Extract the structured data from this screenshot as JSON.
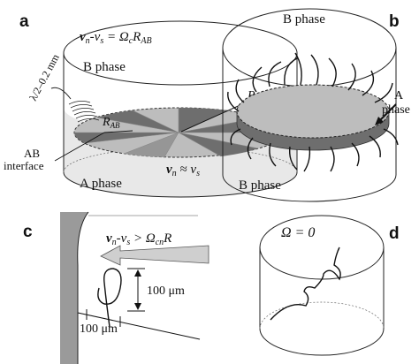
{
  "panels": {
    "a": {
      "letter": "a",
      "equation_top_main": "v",
      "equation_top_sub1": "n",
      "equation_top_mid": "-v",
      "equation_top_sub2": "s",
      "equation_top_eq": " = Ω",
      "equation_top_sub3": "c",
      "equation_top_R": "R",
      "equation_top_sub4": "AB",
      "b_phase_label": "B phase",
      "a_phase_label": "A phase",
      "lambda_label": "λ/2–0.2 mm",
      "r_ab_main": "R",
      "r_ab_sub": "AB",
      "r_label": "R",
      "interface_line1": "AB",
      "interface_line2": "interface",
      "equation_bottom_main": "v",
      "equation_bottom_sub1": "n",
      "equation_bottom_mid": " ≈ v",
      "equation_bottom_sub2": "s"
    },
    "b": {
      "letter": "b",
      "b_phase_top": "B phase",
      "b_phase_bottom": "B phase",
      "a_phase_line1": "A",
      "a_phase_line2": "phase"
    },
    "c": {
      "letter": "c",
      "equation_main": "v",
      "equation_sub1": "n",
      "equation_mid": "-v",
      "equation_sub2": "s",
      "equation_gt": " > Ω",
      "equation_sub3": "cn",
      "equation_R": "R",
      "scale_vertical": "100 μm",
      "scale_horizontal": "100 μm"
    },
    "d": {
      "letter": "d",
      "omega_label": "Ω = 0"
    }
  },
  "colors": {
    "wall_gray": "#9a9a9a",
    "disk_light": "#bdbdbd",
    "disk_dark": "#6e6e6e",
    "disk_mid": "#969696",
    "a_phase_region": "#e8e8e8",
    "arrow_fill": "#cfcfcf"
  }
}
